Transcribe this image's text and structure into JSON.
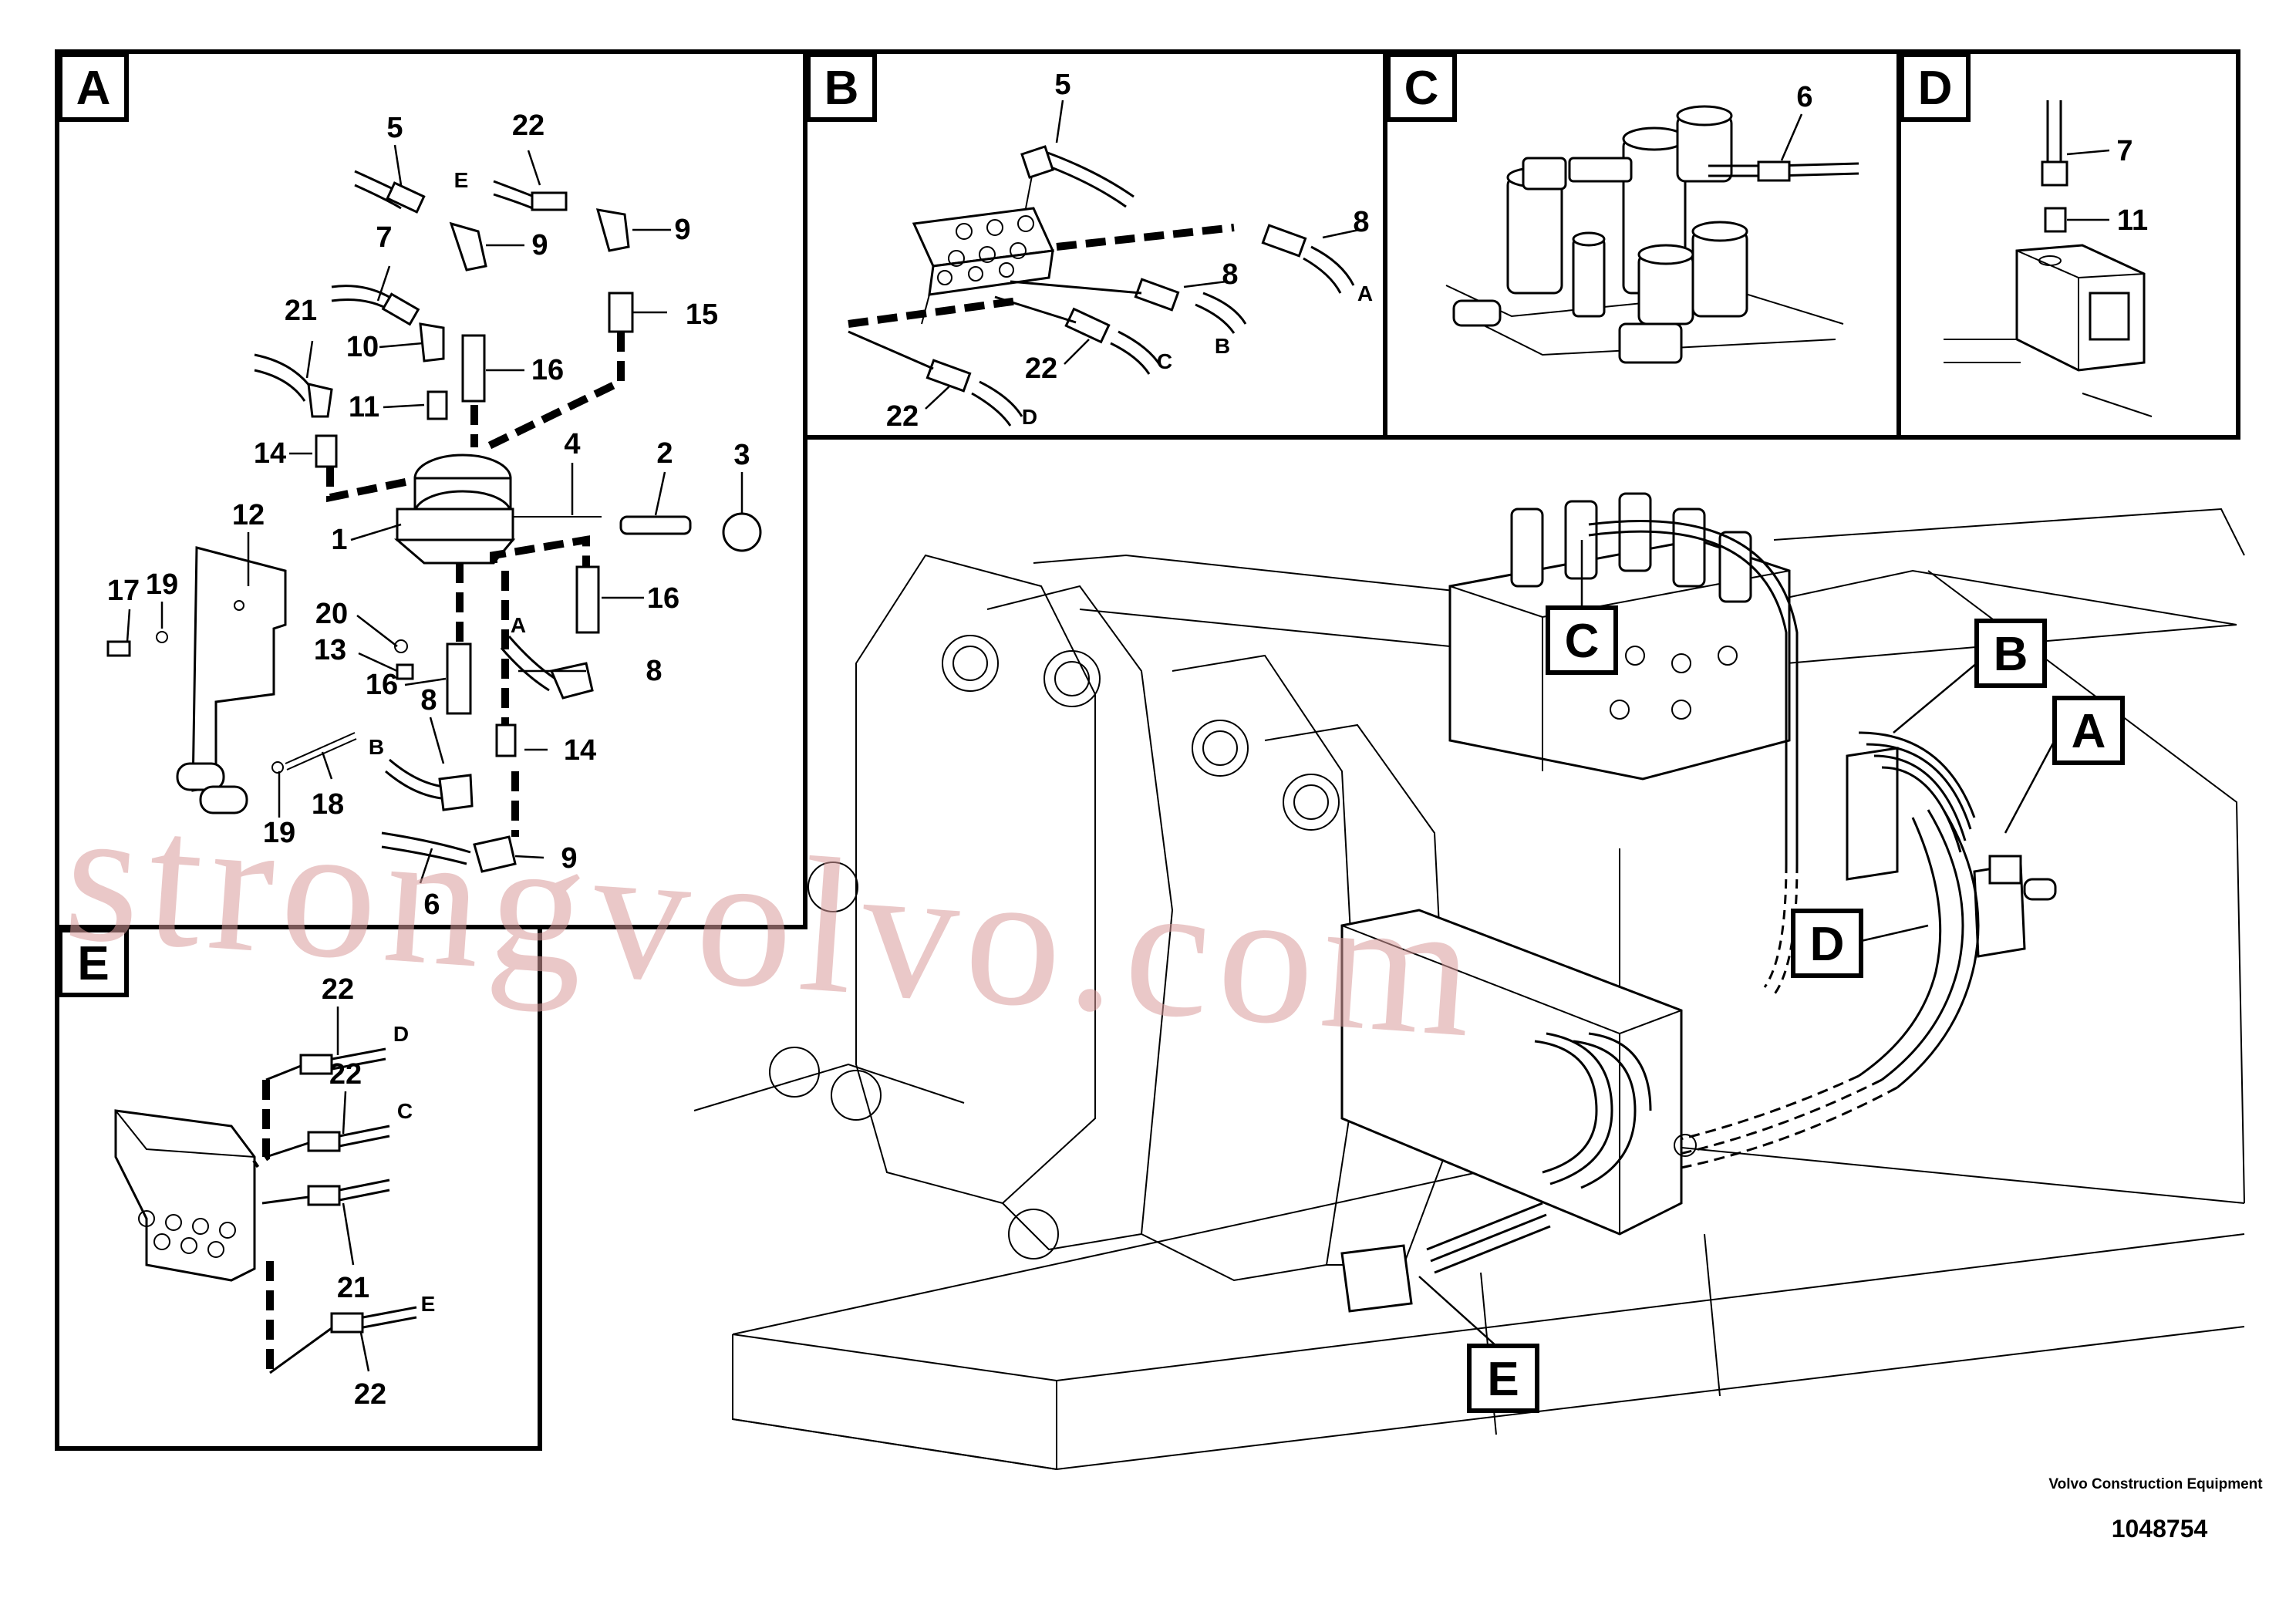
{
  "panels": {
    "A": {
      "label": "A",
      "callouts": [
        "5",
        "22",
        "E",
        "9",
        "7",
        "9",
        "21",
        "15",
        "10",
        "16",
        "11",
        "14",
        "4",
        "2",
        "3",
        "12",
        "1",
        "19",
        "17",
        "16",
        "20",
        "A",
        "8",
        "13",
        "16",
        "14",
        "B",
        "8",
        "18",
        "19",
        "6",
        "9"
      ]
    },
    "B": {
      "label": "B",
      "callouts": [
        "5",
        "8",
        "8",
        "A",
        "22",
        "C",
        "B",
        "22",
        "D"
      ]
    },
    "C": {
      "label": "C",
      "callouts": [
        "6"
      ]
    },
    "D": {
      "label": "D",
      "callouts": [
        "7",
        "11"
      ]
    },
    "E": {
      "label": "E",
      "callouts": [
        "22",
        "D",
        "22",
        "C",
        "21",
        "E",
        "22"
      ]
    }
  },
  "main_view": {
    "tags": [
      "C",
      "B",
      "A",
      "D",
      "E"
    ]
  },
  "watermark": "strongvolvo.com",
  "manufacturer": "Volvo Construction Equipment",
  "doc_number": "1048754"
}
